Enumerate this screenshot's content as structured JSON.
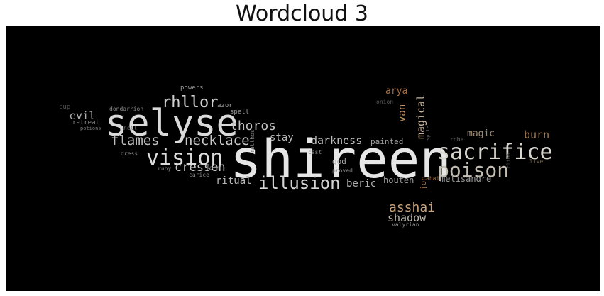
{
  "title": "Wordcloud 3",
  "words": [
    {
      "text": "shireen",
      "color": "#e6e6e6"
    },
    {
      "text": "selyse",
      "color": "#d9d9d9"
    },
    {
      "text": "sacrifice",
      "color": "#d9d6cf"
    },
    {
      "text": "poison",
      "color": "#c4beb2"
    },
    {
      "text": "vision",
      "color": "#dcdcdc"
    },
    {
      "text": "illusion",
      "color": "#d4d4d4"
    },
    {
      "text": "rhllor",
      "color": "#cfcfcf"
    },
    {
      "text": "flames",
      "color": "#bdbdbd"
    },
    {
      "text": "necklace",
      "color": "#c8c8c8"
    },
    {
      "text": "thoros",
      "color": "#c2c2c2"
    },
    {
      "text": "cressen",
      "color": "#c8c8c8"
    },
    {
      "text": "darkness",
      "color": "#c0c0c0"
    },
    {
      "text": "evil",
      "color": "#b0b0b0"
    },
    {
      "text": "asshai",
      "color": "#c8a27a"
    },
    {
      "text": "shadow",
      "color": "#bdb8ae"
    },
    {
      "text": "burn",
      "color": "#a07b55"
    },
    {
      "text": "magical",
      "color": "#c9b7a0"
    },
    {
      "text": "magic",
      "color": "#a08a6c"
    },
    {
      "text": "ritual",
      "color": "#b8b8b8"
    },
    {
      "text": "beric",
      "color": "#b0b0b0"
    },
    {
      "text": "stay",
      "color": "#b8b8b8"
    },
    {
      "text": "van",
      "color": "#c09060"
    },
    {
      "text": "arya",
      "color": "#a07048"
    },
    {
      "text": "melisandre",
      "color": "#9a9a9a"
    },
    {
      "text": "houten",
      "color": "#9c9c9c"
    },
    {
      "text": "painted",
      "color": "#a0a0a0"
    },
    {
      "text": "god",
      "color": "#a8a8a8"
    },
    {
      "text": "jon",
      "color": "#a27a52"
    },
    {
      "text": "powers",
      "color": "#9a9a9a"
    },
    {
      "text": "azor",
      "color": "#a0a0a0"
    },
    {
      "text": "spell",
      "color": "#9c9c9c"
    },
    {
      "text": "dondarrion",
      "color": "#8e8e8e"
    },
    {
      "text": "retreat",
      "color": "#8a8a8a"
    },
    {
      "text": "potions",
      "color": "#7a7a7a"
    },
    {
      "text": "cup",
      "color": "#505050"
    },
    {
      "text": "hell",
      "color": "#6a6a6a"
    },
    {
      "text": "dress",
      "color": "#8c8c8c"
    },
    {
      "text": "ruby",
      "color": "#808080"
    },
    {
      "text": "carice",
      "color": "#8a8a8a"
    },
    {
      "text": "form",
      "color": "#7a7a7a"
    },
    {
      "text": "matthos",
      "color": "#808080"
    },
    {
      "text": "cast",
      "color": "#8a8a8a"
    },
    {
      "text": "proved",
      "color": "#8c8c8c"
    },
    {
      "text": "ahai",
      "color": "#a0703c"
    },
    {
      "text": "onion",
      "color": "#5a5a5a"
    },
    {
      "text": "spite",
      "color": "#6a6a6a"
    },
    {
      "text": "robe",
      "color": "#6a6a6a"
    },
    {
      "text": "climb",
      "color": "#4a4a4a"
    },
    {
      "text": "live",
      "color": "#7a6448"
    },
    {
      "text": "valyrian",
      "color": "#8a8a8a"
    }
  ]
}
